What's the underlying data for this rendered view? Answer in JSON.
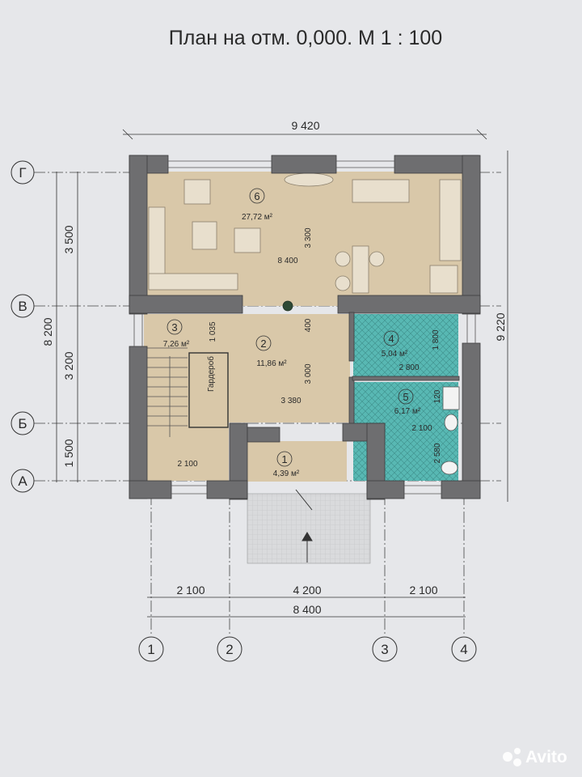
{
  "title": "План на отм. 0,000. М 1 : 100",
  "axes": {
    "rows": [
      "Г",
      "В",
      "Б",
      "А"
    ],
    "columns": [
      "1",
      "2",
      "3",
      "4"
    ]
  },
  "dimensions": {
    "top_total": "9 420",
    "bottom_segments": [
      "2 100",
      "4 200",
      "2 100"
    ],
    "bottom_total": "8 400",
    "left_total": "8 200",
    "left_segments": [
      "3 500",
      "3 200",
      "1 500"
    ],
    "right_total": "9 220"
  },
  "rooms": [
    {
      "num": "6",
      "area": "27,72 м²",
      "dims": [
        "3 300",
        "8 400"
      ]
    },
    {
      "num": "2",
      "area": "11,86 м²",
      "dims": [
        "400",
        "3 000",
        "3 380"
      ]
    },
    {
      "num": "3",
      "area": "7,26 м²",
      "dims": [
        "1 035",
        "2 100"
      ],
      "note": "Гардероб"
    },
    {
      "num": "4",
      "area": "5,04 м²",
      "dims": [
        "1 800",
        "2 800"
      ]
    },
    {
      "num": "5",
      "area": "6,17 м²",
      "dims": [
        "120",
        "2 100",
        "2 580"
      ]
    },
    {
      "num": "1",
      "area": "4,39 м²",
      "dims": []
    }
  ],
  "watermark": "Avito",
  "colors": {
    "wall": "#6e6e70",
    "beige": "#d9c8a9",
    "wet": "#58b8b3",
    "line": "#333333",
    "background": "#e6e7ea"
  }
}
